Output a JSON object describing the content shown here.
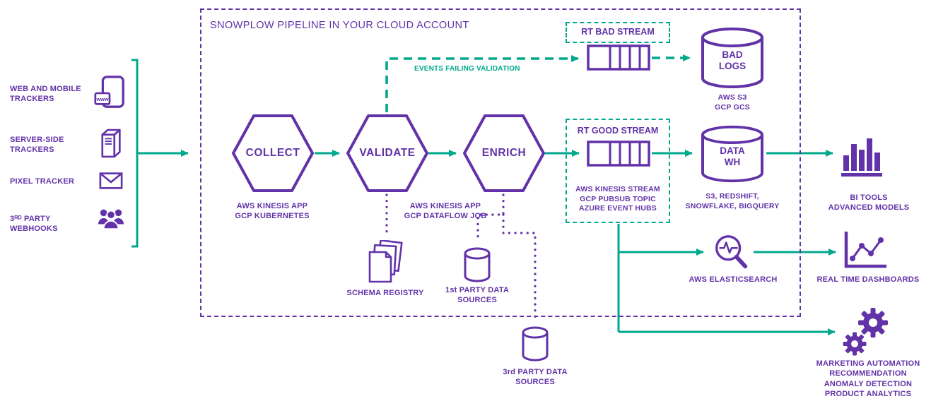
{
  "colors": {
    "purple": "#6132A8",
    "teal": "#00A98C"
  },
  "pipeline": {
    "title": "SNOWPLOW PIPELINE IN YOUR CLOUD ACCOUNT",
    "stages": [
      {
        "label": "COLLECT",
        "caption": "AWS KINESIS APP\nGCP KUBERNETES"
      },
      {
        "label": "VALIDATE"
      },
      {
        "label": "ENRICH"
      }
    ],
    "validate_enrich_caption": "AWS KINESIS APP\nGCP DATAFLOW JOB"
  },
  "sources": [
    {
      "label": "WEB AND MOBILE\nTRACKERS",
      "icon": "mobile-browser-icon",
      "icon_text": "www"
    },
    {
      "label": "SERVER-SIDE\nTRACKERS",
      "icon": "server-icon"
    },
    {
      "label": "PIXEL TRACKER",
      "icon": "envelope-icon"
    },
    {
      "label": "3ᴿᴰ PARTY\nWEBHOOKS",
      "icon": "people-icon"
    }
  ],
  "streams": {
    "bad_label": "RT BAD STREAM",
    "good_label": "RT GOOD STREAM",
    "caption": "AWS KINESIS STREAM\nGCP PUBSUB TOPIC\nAZURE EVENT HUBS",
    "failing_label": "EVENTS FAILING VALIDATION",
    "icon": "stream-queue-icon"
  },
  "stores": {
    "bad_logs": {
      "label": "BAD\nLOGS",
      "caption": "AWS S3\nGCP GCS",
      "icon": "database-cylinder-icon"
    },
    "data_wh": {
      "label": "DATA\nWH",
      "caption": "S3, REDSHIFT,\nSNOWFLAKE, BIGQUERY",
      "icon": "database-cylinder-icon"
    }
  },
  "registry": {
    "label": "SCHEMA REGISTRY",
    "icon": "documents-stack-icon"
  },
  "data_sources": {
    "first_party": {
      "label": "1st PARTY DATA\nSOURCES",
      "icon": "database-cylinder-icon"
    },
    "third_party": {
      "label": "3rd PARTY DATA\nSOURCES",
      "icon": "database-cylinder-icon"
    }
  },
  "outputs": {
    "bi_tools": {
      "label": "BI TOOLS\nADVANCED MODELS",
      "icon": "bar-chart-icon"
    },
    "elasticsearch": {
      "label": "AWS ELASTICSEARCH",
      "icon": "magnifier-pulse-icon"
    },
    "dashboards": {
      "label": "REAL TIME DASHBOARDS",
      "icon": "line-chart-icon"
    },
    "automation": {
      "label": "MARKETING AUTOMATION\nRECOMMENDATION\nANOMALY DETECTION\nPRODUCT ANALYTICS",
      "icon": "gears-icon"
    }
  }
}
